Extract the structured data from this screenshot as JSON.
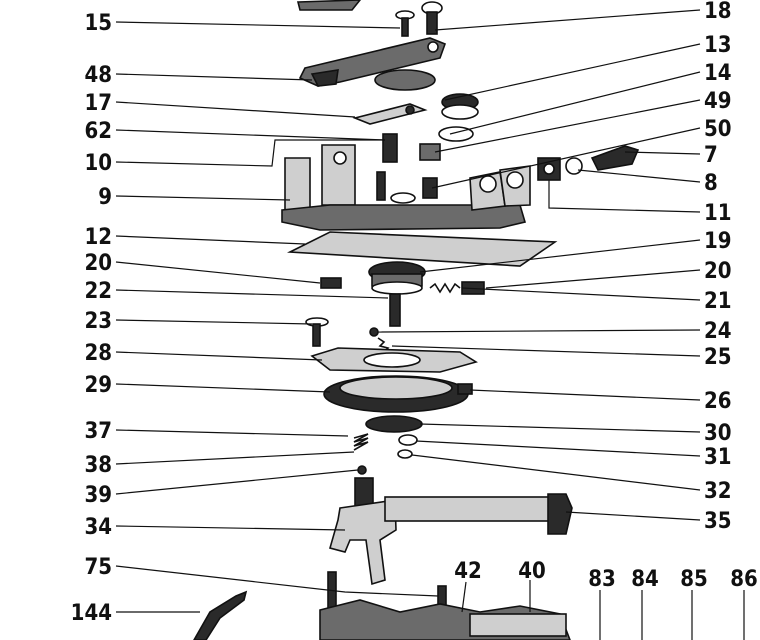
{
  "diagram": {
    "labels_left": [
      "15",
      "48",
      "17",
      "62",
      "10",
      "9",
      "12",
      "20",
      "22",
      "23",
      "28",
      "29",
      "37",
      "38",
      "39",
      "34",
      "75",
      "144"
    ],
    "labels_right": [
      "18",
      "13",
      "14",
      "49",
      "50",
      "7",
      "8",
      "11",
      "19",
      "20",
      "21",
      "24",
      "25",
      "26",
      "30",
      "31",
      "32",
      "35"
    ],
    "labels_bottom": [
      "42",
      "40",
      "83",
      "84",
      "85",
      "86"
    ]
  }
}
